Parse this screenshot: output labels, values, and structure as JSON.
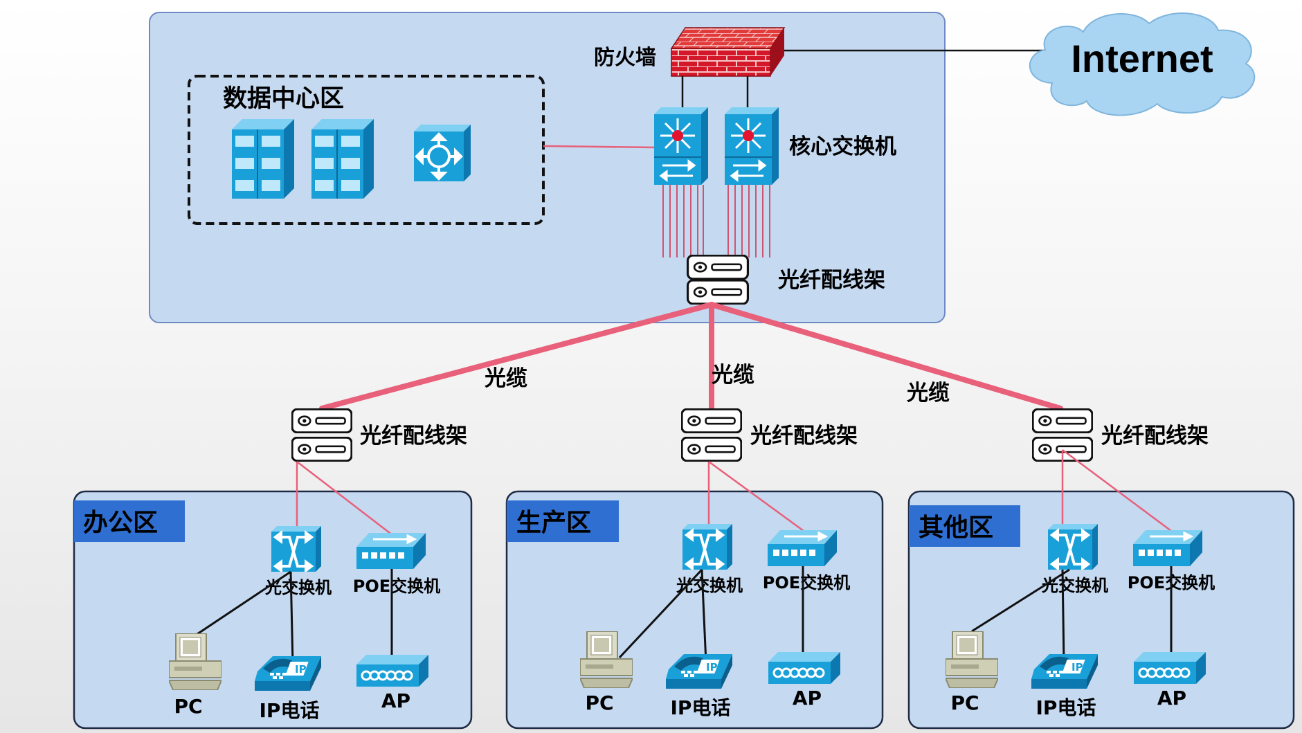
{
  "colors": {
    "zone_fill": "#c5d9f1",
    "zone_border": "#6d8ac4",
    "title_tab": "#2f6fd1",
    "device_blue": "#1aa0d8",
    "firewall_red": "#d4182a",
    "link_red": "#e8607a",
    "cloud": "#a9d4f2"
  },
  "internet": {
    "label": "Internet"
  },
  "core": {
    "firewall_label": "防火墙",
    "core_switch_label": "核心交换机",
    "odf_label": "光纤配线架",
    "datacenter": {
      "title": "数据中心区",
      "items": [
        "server-icon",
        "server-icon",
        "l3-switch-icon"
      ]
    }
  },
  "cable_labels": [
    "光缆",
    "光缆",
    "光缆"
  ],
  "zones": [
    {
      "title": "办公区",
      "odf_label": "光纤配线架",
      "optical_switch_label": "光交换机",
      "poe_switch_label": "POE交换机",
      "devices": [
        "PC",
        "IP电话",
        "AP"
      ]
    },
    {
      "title": "生产区",
      "odf_label": "光纤配线架",
      "optical_switch_label": "光交换机",
      "poe_switch_label": "POE交换机",
      "devices": [
        "PC",
        "IP电话",
        "AP"
      ]
    },
    {
      "title": "其他区",
      "odf_label": "光纤配线架",
      "optical_switch_label": "光交换机",
      "poe_switch_label": "POE交换机",
      "devices": [
        "PC",
        "IP电话",
        "AP"
      ]
    }
  ]
}
